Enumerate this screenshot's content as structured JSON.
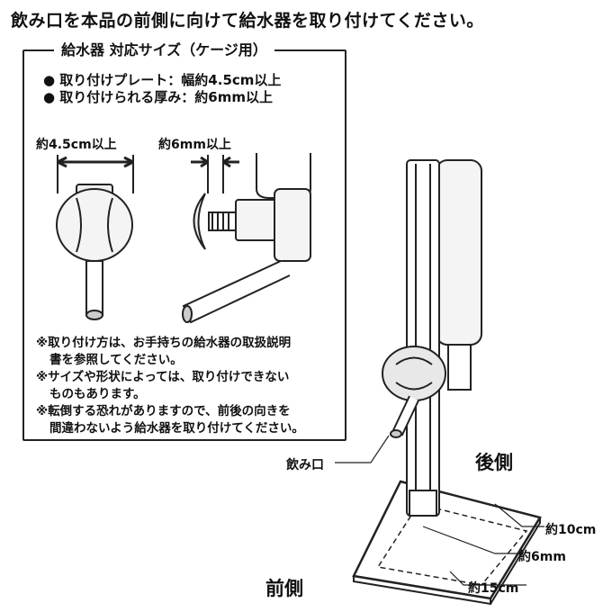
{
  "title": "飲み口を本品の前側に向けて給水器を取り付けてください。",
  "box": {
    "heading": "給水器 対応サイズ（ケージ用）",
    "specs": [
      "● 取り付けプレート：幅約4.5cm以上",
      "● 取り付けられる厚み：約6mm以上"
    ],
    "dim_width": "約4.5cm以上",
    "dim_thickness": "約6mm以上",
    "notes": [
      {
        "line1": "※取り付け方は、お手持ちの給水器の取扱説明",
        "line2": "書を参照してください。"
      },
      {
        "line1": "※サイズや形状によっては、取り付けできない",
        "line2": "ものもあります。"
      },
      {
        "line1": "※転倒する恐れがありますので、前後の向きを",
        "line2": "間違わないよう給水器を取り付けてください。"
      }
    ]
  },
  "stand": {
    "spout_label": "飲み口",
    "back_label": "後側",
    "front_label": "前側",
    "dim_depth": "約10cm",
    "dim_thickness": "約6mm",
    "dim_width": "約15cm"
  }
}
